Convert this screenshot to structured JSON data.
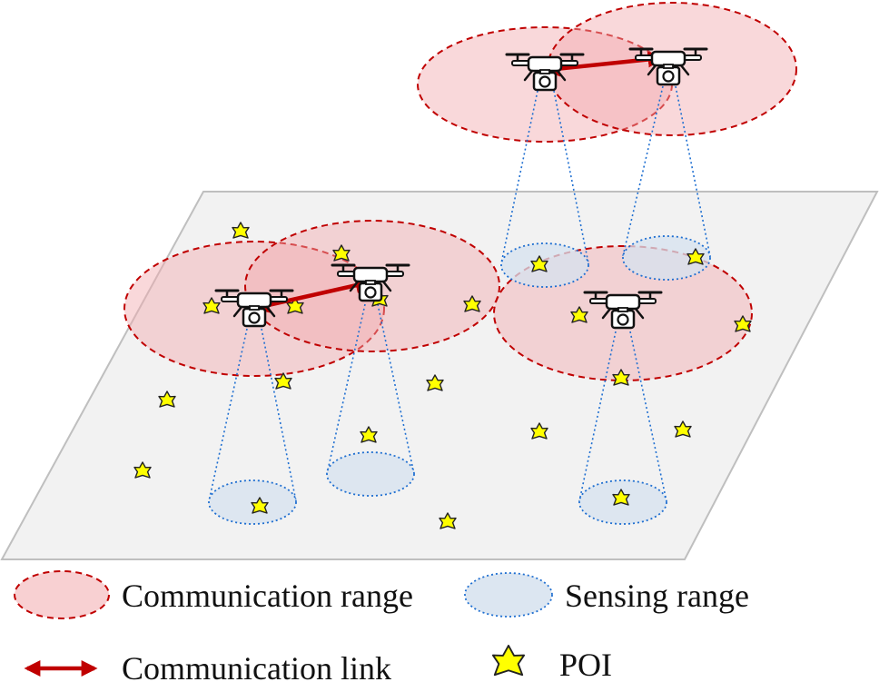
{
  "legend": {
    "communication_range": "Communication range",
    "sensing_range": "Sensing range",
    "communication_link": "Communication link",
    "poi": "POI"
  },
  "colors": {
    "comm_range_fill": "#f2a9ad",
    "comm_range_stroke": "#c00000",
    "sensing_fill": "#d6e2ef",
    "sensing_stroke": "#1f6fd1",
    "link": "#c00000",
    "poi_fill": "#ffff00",
    "poi_stroke": "#222222",
    "ground_fill": "#f2f2f2",
    "ground_stroke": "#bfbfbf",
    "drone_stroke": "#111111"
  },
  "icons": {
    "drone": "drone-with-camera-icon",
    "poi": "six-point-star-icon",
    "link": "double-headed-arrow-icon"
  }
}
